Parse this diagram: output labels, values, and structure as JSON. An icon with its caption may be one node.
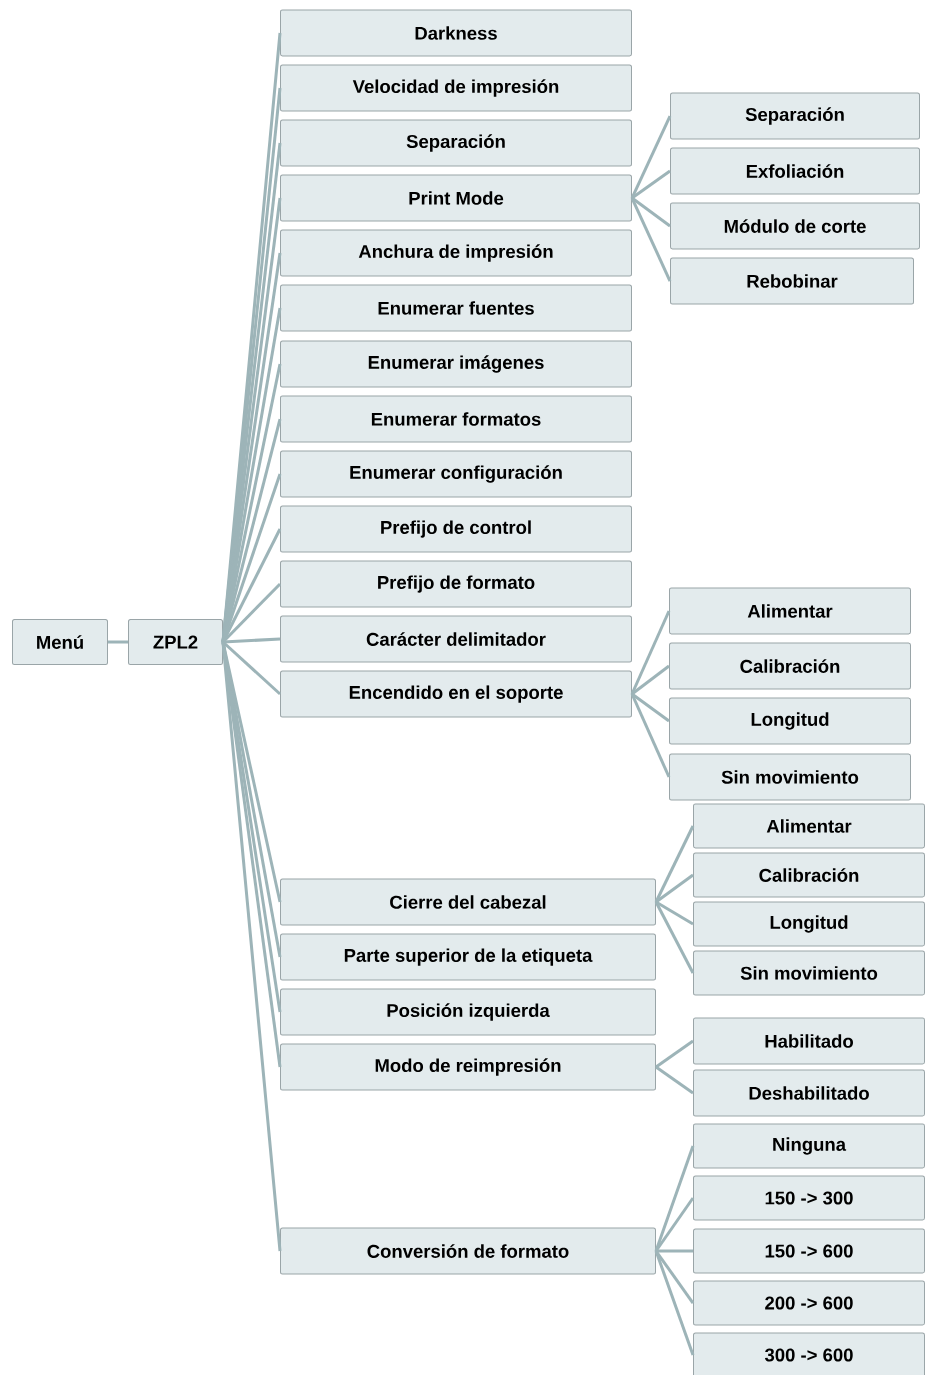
{
  "diagram": {
    "nodes": [
      {
        "text": [
          "Menú"
        ]
      },
      {
        "text": [
          "ZPL2"
        ]
      },
      {
        "text": [
          "Darkness"
        ]
      },
      {
        "text": [
          "Velocidad de impresión"
        ]
      },
      {
        "text": [
          "Separación"
        ]
      },
      {
        "text": [
          "Print Mode"
        ]
      },
      {
        "text": [
          "Separación"
        ]
      },
      {
        "text": [
          "Exfoliación"
        ]
      },
      {
        "text": [
          "Módulo de corte"
        ]
      },
      {
        "text": [
          "Rebobinar"
        ]
      },
      {
        "text": [
          "Anchura de impresión"
        ]
      },
      {
        "text": [
          "Enumerar fuentes"
        ]
      },
      {
        "text": [
          "Enumerar imágenes"
        ]
      },
      {
        "text": [
          "Enumerar formatos"
        ]
      },
      {
        "text": [
          "Enumerar configuración"
        ]
      },
      {
        "text": [
          "Prefijo de control"
        ]
      },
      {
        "text": [
          "Prefijo de formato"
        ]
      },
      {
        "text": [
          "Carácter delimitador"
        ]
      },
      {
        "text": [
          "Encendido en el soporte"
        ]
      },
      {
        "text": [
          "Alimentar"
        ]
      },
      {
        "text": [
          "Calibración"
        ]
      },
      {
        "text": [
          "Longitud"
        ]
      },
      {
        "text": [
          "Sin movimiento"
        ]
      },
      {
        "text": [
          "Cierre del cabezal"
        ]
      },
      {
        "text": [
          "Alimentar"
        ]
      },
      {
        "text": [
          "Calibración"
        ]
      },
      {
        "text": [
          "Longitud"
        ]
      },
      {
        "text": [
          "Sin movimiento"
        ]
      },
      {
        "text": [
          "Parte superior de la etiqueta"
        ]
      },
      {
        "text": [
          "Posición izquierda"
        ]
      },
      {
        "text": [
          "Modo de reimpresión"
        ]
      },
      {
        "text": [
          "Habilitado"
        ]
      },
      {
        "text": [
          "Deshabilitado"
        ]
      },
      {
        "text": [
          "Conversión de formato"
        ]
      },
      {
        "text": [
          "Ninguna"
        ]
      },
      {
        "text": [
          "150 -> 300"
        ]
      },
      {
        "text": [
          "150 -> 600"
        ]
      },
      {
        "text": [
          "200 -> 600"
        ]
      },
      {
        "text": [
          "300 -> 600"
        ]
      }
    ],
    "edges": [
      {
        "from": 0,
        "to": 1,
        "arrow": "none"
      },
      {
        "from": 1,
        "to": 2,
        "arrow": "none"
      },
      {
        "from": 1,
        "to": 3,
        "arrow": "none"
      },
      {
        "from": 1,
        "to": 4,
        "arrow": "none"
      },
      {
        "from": 1,
        "to": 5,
        "arrow": "none"
      },
      {
        "from": 5,
        "to": 6,
        "arrow": "none"
      },
      {
        "from": 5,
        "to": 7,
        "arrow": "none"
      },
      {
        "from": 5,
        "to": 8,
        "arrow": "none"
      },
      {
        "from": 5,
        "to": 9,
        "arrow": "none"
      },
      {
        "from": 1,
        "to": 10,
        "arrow": "none"
      },
      {
        "from": 1,
        "to": 11,
        "arrow": "none"
      },
      {
        "from": 1,
        "to": 12,
        "arrow": "none"
      },
      {
        "from": 1,
        "to": 13,
        "arrow": "none"
      },
      {
        "from": 1,
        "to": 14,
        "arrow": "none"
      },
      {
        "from": 1,
        "to": 15,
        "arrow": "none"
      },
      {
        "from": 1,
        "to": 16,
        "arrow": "none"
      },
      {
        "from": 1,
        "to": 17,
        "arrow": "none"
      },
      {
        "from": 1,
        "to": 18,
        "arrow": "none"
      },
      {
        "from": 18,
        "to": 19,
        "arrow": "none"
      },
      {
        "from": 18,
        "to": 20,
        "arrow": "none"
      },
      {
        "from": 18,
        "to": 21,
        "arrow": "none"
      },
      {
        "from": 18,
        "to": 22,
        "arrow": "none"
      },
      {
        "from": 1,
        "to": 23,
        "arrow": "none"
      },
      {
        "from": 23,
        "to": 24,
        "arrow": "none"
      },
      {
        "from": 23,
        "to": 25,
        "arrow": "none"
      },
      {
        "from": 23,
        "to": 26,
        "arrow": "none"
      },
      {
        "from": 23,
        "to": 27,
        "arrow": "none"
      },
      {
        "from": 1,
        "to": 28,
        "arrow": "none"
      },
      {
        "from": 1,
        "to": 29,
        "arrow": "none"
      },
      {
        "from": 1,
        "to": 30,
        "arrow": "none"
      },
      {
        "from": 30,
        "to": 31,
        "arrow": "none"
      },
      {
        "from": 30,
        "to": 32,
        "arrow": "none"
      },
      {
        "from": 1,
        "to": 33,
        "arrow": "none"
      },
      {
        "from": 33,
        "to": 34,
        "arrow": "none"
      },
      {
        "from": 33,
        "to": 35,
        "arrow": "none"
      },
      {
        "from": 33,
        "to": 36,
        "arrow": "none"
      },
      {
        "from": 33,
        "to": 37,
        "arrow": "none"
      },
      {
        "from": 33,
        "to": 38,
        "arrow": "none"
      }
    ]
  }
}
